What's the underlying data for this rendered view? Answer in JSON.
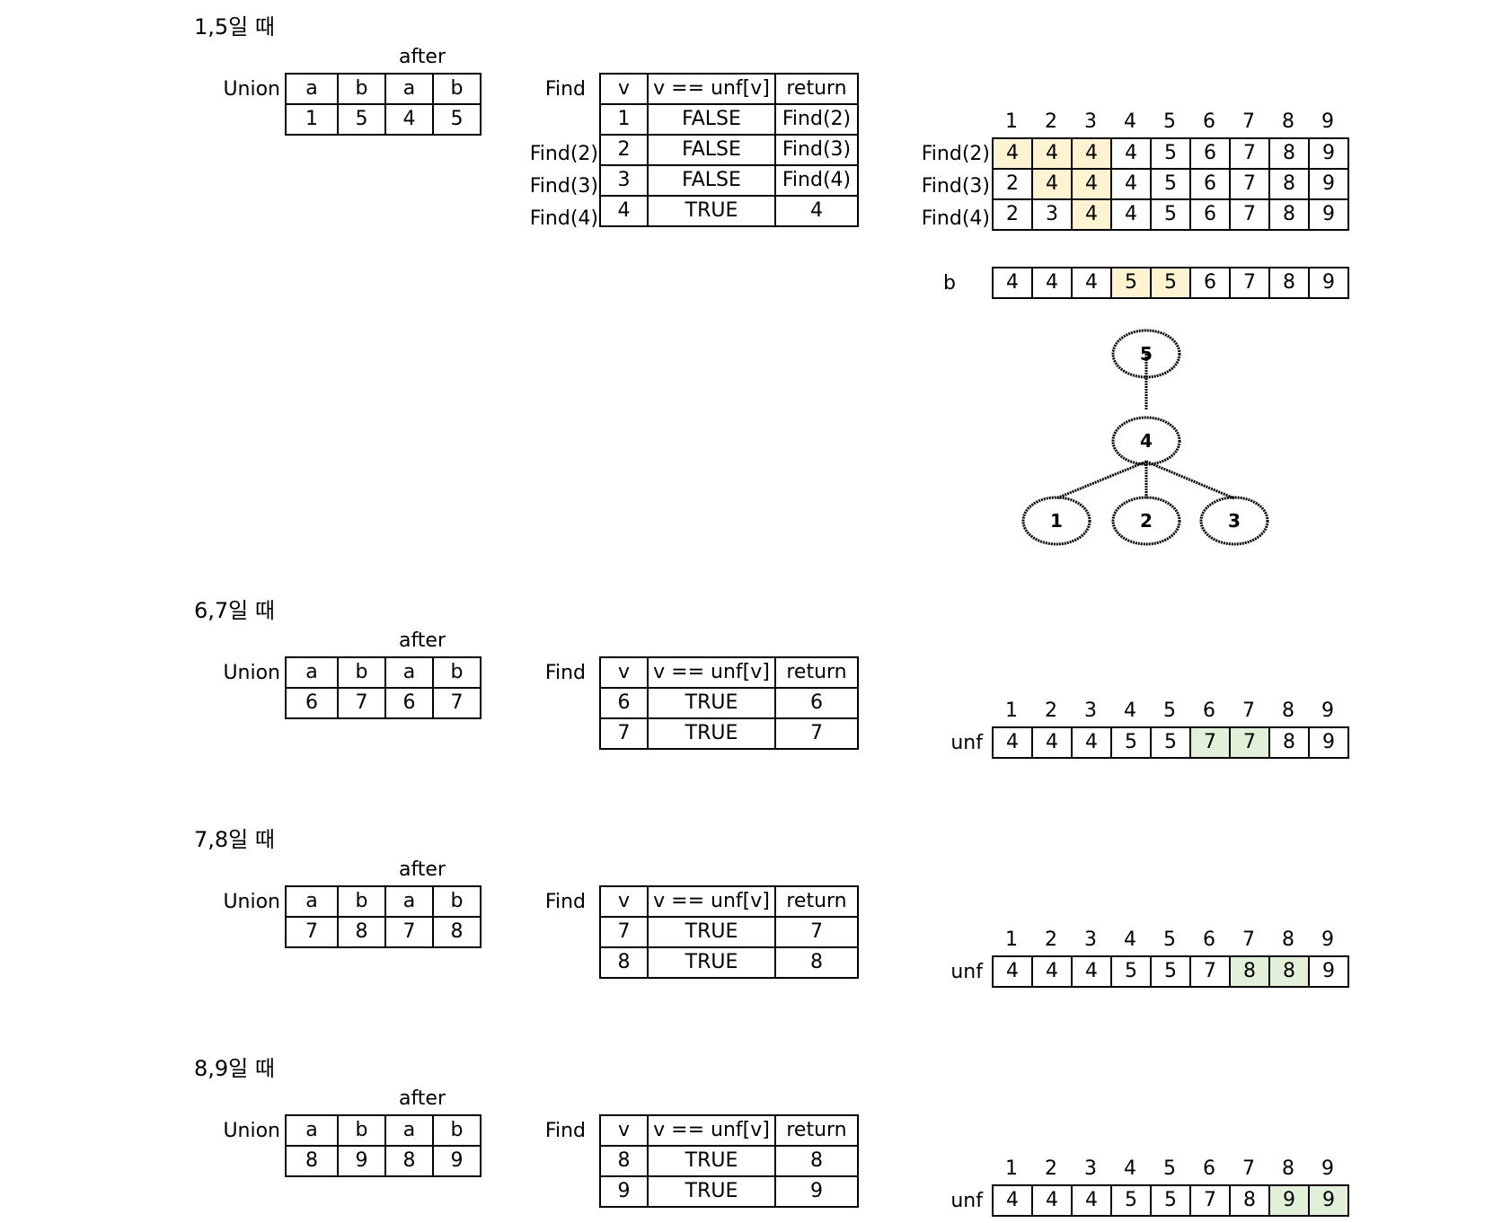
{
  "colors": {
    "yellow": "#fff3d1",
    "green": "#e3f0d9"
  },
  "sections": [
    {
      "title": "1,5일 때",
      "union": {
        "label": "Union",
        "after": "after",
        "headers": [
          "a",
          "b",
          "a",
          "b"
        ],
        "values": [
          "1",
          "5",
          "4",
          "5"
        ]
      },
      "find": {
        "label": "Find",
        "headers": [
          "v",
          "v == unf[v]",
          "return"
        ],
        "rows": [
          {
            "label": "",
            "cells": [
              "1",
              "FALSE",
              "Find(2)"
            ]
          },
          {
            "label": "Find(2)",
            "cells": [
              "2",
              "FALSE",
              "Find(3)"
            ]
          },
          {
            "label": "Find(3)",
            "cells": [
              "3",
              "FALSE",
              "Find(4)"
            ]
          },
          {
            "label": "Find(4)",
            "cells": [
              "4",
              "TRUE",
              "4"
            ]
          }
        ]
      },
      "array": {
        "indices": [
          "1",
          "2",
          "3",
          "4",
          "5",
          "6",
          "7",
          "8",
          "9"
        ],
        "rows": [
          {
            "label": "Find(2)",
            "cells": [
              "4",
              "4",
              "4",
              "4",
              "5",
              "6",
              "7",
              "8",
              "9"
            ],
            "highlight": [
              0,
              1,
              2
            ],
            "color": "yellow"
          },
          {
            "label": "Find(3)",
            "cells": [
              "2",
              "4",
              "4",
              "4",
              "5",
              "6",
              "7",
              "8",
              "9"
            ],
            "highlight": [
              1,
              2
            ],
            "color": "yellow"
          },
          {
            "label": "Find(4)",
            "cells": [
              "2",
              "3",
              "4",
              "4",
              "5",
              "6",
              "7",
              "8",
              "9"
            ],
            "highlight": [
              2
            ],
            "color": "yellow"
          }
        ],
        "b_row": {
          "label": "b",
          "cells": [
            "4",
            "4",
            "4",
            "5",
            "5",
            "6",
            "7",
            "8",
            "9"
          ],
          "highlight": [
            3,
            4
          ],
          "color": "yellow"
        }
      },
      "tree": {
        "nodes": [
          "5",
          "4",
          "1",
          "2",
          "3"
        ]
      }
    },
    {
      "title": "6,7일 때",
      "union": {
        "label": "Union",
        "after": "after",
        "headers": [
          "a",
          "b",
          "a",
          "b"
        ],
        "values": [
          "6",
          "7",
          "6",
          "7"
        ]
      },
      "find": {
        "label": "Find",
        "headers": [
          "v",
          "v == unf[v]",
          "return"
        ],
        "rows": [
          {
            "label": "",
            "cells": [
              "6",
              "TRUE",
              "6"
            ]
          },
          {
            "label": "",
            "cells": [
              "7",
              "TRUE",
              "7"
            ]
          }
        ]
      },
      "array": {
        "indices": [
          "1",
          "2",
          "3",
          "4",
          "5",
          "6",
          "7",
          "8",
          "9"
        ],
        "rows": [
          {
            "label": "unf",
            "cells": [
              "4",
              "4",
              "4",
              "5",
              "5",
              "7",
              "7",
              "8",
              "9"
            ],
            "highlight": [
              5,
              6
            ],
            "color": "green"
          }
        ]
      }
    },
    {
      "title": "7,8일 때",
      "union": {
        "label": "Union",
        "after": "after",
        "headers": [
          "a",
          "b",
          "a",
          "b"
        ],
        "values": [
          "7",
          "8",
          "7",
          "8"
        ]
      },
      "find": {
        "label": "Find",
        "headers": [
          "v",
          "v == unf[v]",
          "return"
        ],
        "rows": [
          {
            "label": "",
            "cells": [
              "7",
              "TRUE",
              "7"
            ]
          },
          {
            "label": "",
            "cells": [
              "8",
              "TRUE",
              "8"
            ]
          }
        ]
      },
      "array": {
        "indices": [
          "1",
          "2",
          "3",
          "4",
          "5",
          "6",
          "7",
          "8",
          "9"
        ],
        "rows": [
          {
            "label": "unf",
            "cells": [
              "4",
              "4",
              "4",
              "5",
              "5",
              "7",
              "8",
              "8",
              "9"
            ],
            "highlight": [
              6,
              7
            ],
            "color": "green"
          }
        ]
      }
    },
    {
      "title": "8,9일 때",
      "union": {
        "label": "Union",
        "after": "after",
        "headers": [
          "a",
          "b",
          "a",
          "b"
        ],
        "values": [
          "8",
          "9",
          "8",
          "9"
        ]
      },
      "find": {
        "label": "Find",
        "headers": [
          "v",
          "v == unf[v]",
          "return"
        ],
        "rows": [
          {
            "label": "",
            "cells": [
              "8",
              "TRUE",
              "8"
            ]
          },
          {
            "label": "",
            "cells": [
              "9",
              "TRUE",
              "9"
            ]
          }
        ]
      },
      "array": {
        "indices": [
          "1",
          "2",
          "3",
          "4",
          "5",
          "6",
          "7",
          "8",
          "9"
        ],
        "rows": [
          {
            "label": "unf",
            "cells": [
              "4",
              "4",
              "4",
              "5",
              "5",
              "7",
              "8",
              "9",
              "9"
            ],
            "highlight": [
              7,
              8
            ],
            "color": "green"
          }
        ]
      }
    }
  ]
}
